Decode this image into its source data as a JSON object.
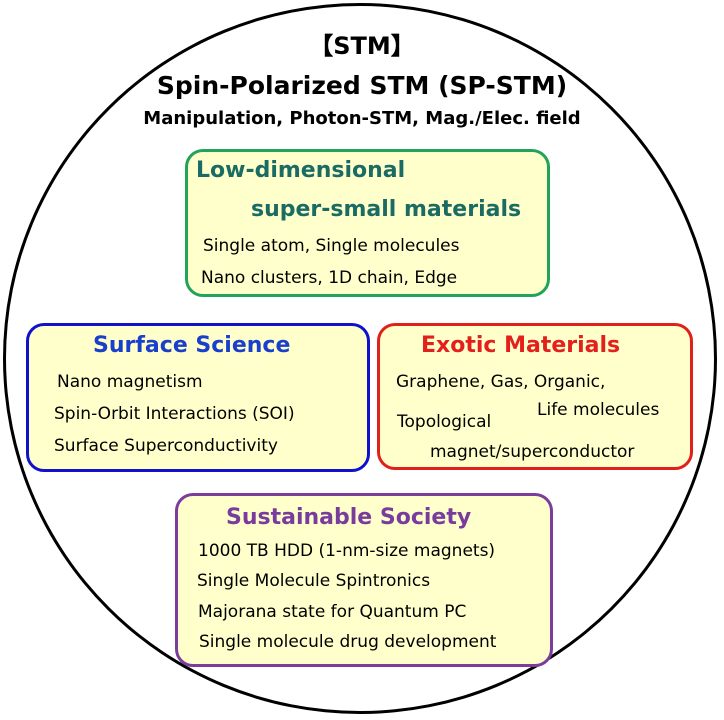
{
  "header": {
    "tag": "【STM】",
    "title": "Spin-Polarized STM (SP-STM)",
    "subtitle": "Manipulation, Photon-STM, Mag./Elec. field"
  },
  "boxes": {
    "low_dimensional": {
      "title_line1": "Low-dimensional",
      "title_line2": "super-small materials",
      "items": [
        "Single atom, Single molecules",
        "Nano clusters, 1D chain, Edge"
      ],
      "border_color": "#22a35a",
      "title_color": "#1a6b63"
    },
    "surface_science": {
      "title": "Surface Science",
      "items": [
        "Nano magnetism",
        "Spin-Orbit Interactions (SOI)",
        "Surface Superconductivity"
      ],
      "border_color": "#1111cc",
      "title_color": "#1a3fcc"
    },
    "exotic_materials": {
      "title": "Exotic Materials",
      "items": [
        "Graphene, Gas, Organic,",
        "Life molecules",
        "Topological",
        "magnet/superconductor"
      ],
      "border_color": "#e0201b",
      "title_color": "#e3201b"
    },
    "sustainable_society": {
      "title": "Sustainable Society",
      "items": [
        "1000 TB HDD (1-nm-size magnets)",
        "Single Molecule Spintronics",
        "Majorana state for Quantum PC",
        "Single molecule drug development"
      ],
      "border_color": "#7c3c9c",
      "title_color": "#7a3c9c"
    }
  },
  "colors": {
    "box_fill": "#ffffcc",
    "circle_stroke": "#000000"
  }
}
